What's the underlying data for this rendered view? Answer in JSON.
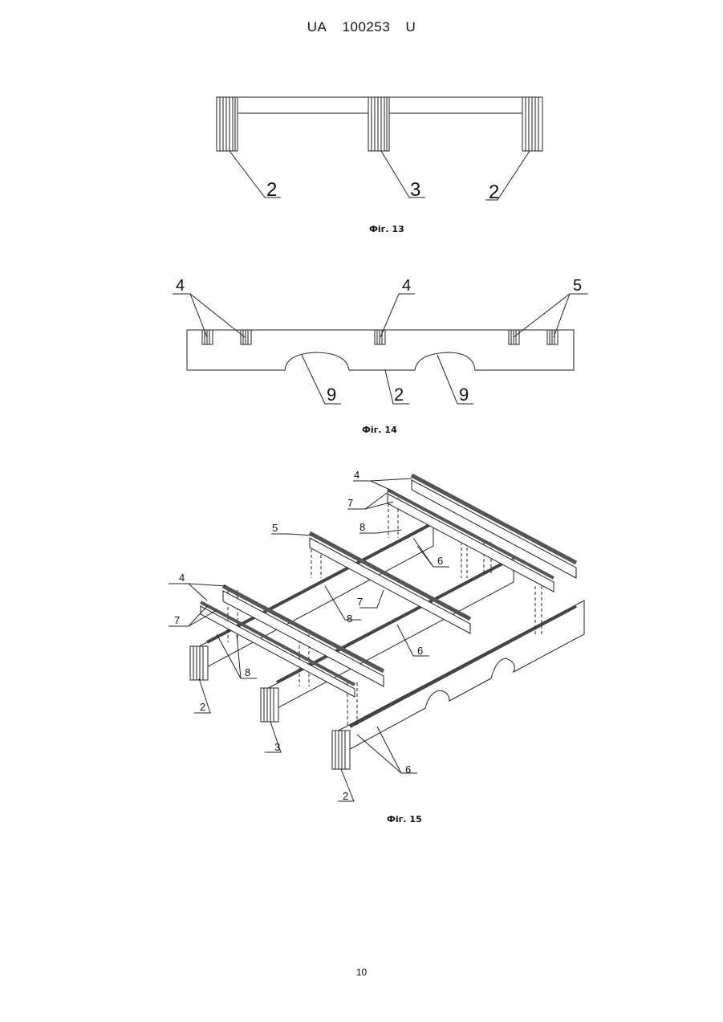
{
  "header": {
    "country": "UA",
    "number": "100253",
    "kind": "U"
  },
  "figures": [
    {
      "caption": "Фіг. 13",
      "labels": [
        "2",
        "3",
        "2"
      ]
    },
    {
      "caption": "Фіг. 14",
      "labels": [
        "4",
        "4",
        "5",
        "9",
        "2",
        "9"
      ]
    },
    {
      "caption": "Фіг. 15",
      "labels": [
        "4",
        "7",
        "8",
        "6",
        "5",
        "4",
        "7",
        "7",
        "8",
        "6",
        "8",
        "2",
        "3",
        "6",
        "2"
      ]
    }
  ],
  "page_number": "10"
}
